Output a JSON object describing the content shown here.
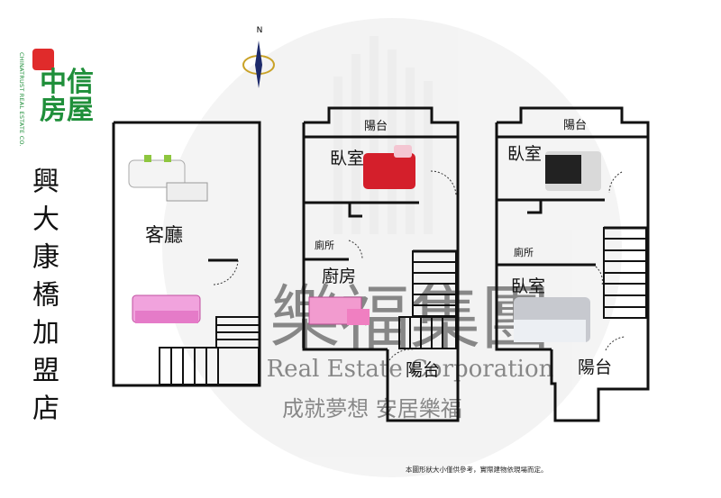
{
  "brand": {
    "name": "中信房屋",
    "vertical_text": "CHINATRUST REAL ESTATE CO.",
    "logo_color": "#e02b2b",
    "text_color": "#1f8f3a"
  },
  "title": "興大康橋加盟店",
  "compass": {
    "label": "N"
  },
  "watermark": {
    "main": "樂福集團",
    "english": "Real Estate Corporation",
    "slogan": "成就夢想 安居樂福"
  },
  "floor1": {
    "living_room": "客廳"
  },
  "floor2": {
    "balcony_top": "陽台",
    "bedroom": "臥室",
    "toilet": "廁所",
    "kitchen": "廚房",
    "balcony_bottom": "陽台"
  },
  "floor3": {
    "balcony_top": "陽台",
    "bedroom_top": "臥室",
    "toilet": "廁所",
    "bedroom_bottom": "臥室",
    "balcony_bottom": "陽台"
  },
  "footer_note": "本圖形狀大小僅供參考，實際建物依現場而定。"
}
